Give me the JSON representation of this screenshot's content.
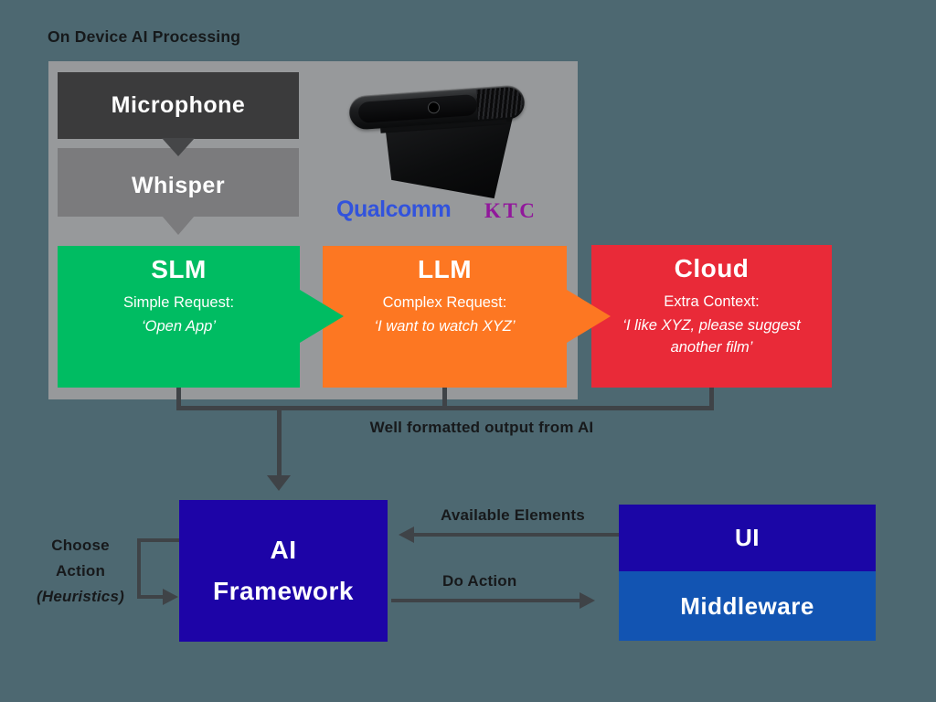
{
  "page": {
    "title": "On Device AI Processing"
  },
  "panel": {
    "microphone_label": "Microphone",
    "whisper_label": "Whisper",
    "qualcomm_logo": "Qualcomm",
    "ktc_logo": "KTC",
    "device_image": "black-camera-soundbar-on-stand",
    "boxes": [
      {
        "title": "SLM",
        "subtitle": "Simple Request:",
        "quote": "‘Open App’",
        "color": "#00bc62"
      },
      {
        "title": "LLM",
        "subtitle": "Complex Request:",
        "quote": "‘I want to watch XYZ’",
        "color": "#fd7722"
      },
      {
        "title": "Cloud",
        "subtitle": "Extra Context:",
        "quote": "‘I like XYZ, please suggest another film’",
        "color": "#e92a38"
      }
    ]
  },
  "labels": {
    "well_formatted_output": "Well formatted output from AI",
    "available_elements": "Available Elements",
    "do_action": "Do Action",
    "choose_action_line1": "Choose",
    "choose_action_line2": "Action",
    "choose_action_line3": "(Heuristics)"
  },
  "framework_box": {
    "line1": "AI",
    "line2": "Framework",
    "color": "#1d04a7"
  },
  "ui_stack": {
    "ui_label": "UI",
    "ui_color": "#1b06a6",
    "middleware_label": "Middleware",
    "middleware_color": "#1254b2"
  },
  "colors": {
    "background": "#4d6871",
    "panel": "#97999b",
    "microphone_box": "#3b3b3c",
    "whisper_box": "#7b7b7d",
    "connector": "#3f4347",
    "qualcomm_blue": "#3253dc",
    "ktc_purple": "#91189b"
  }
}
